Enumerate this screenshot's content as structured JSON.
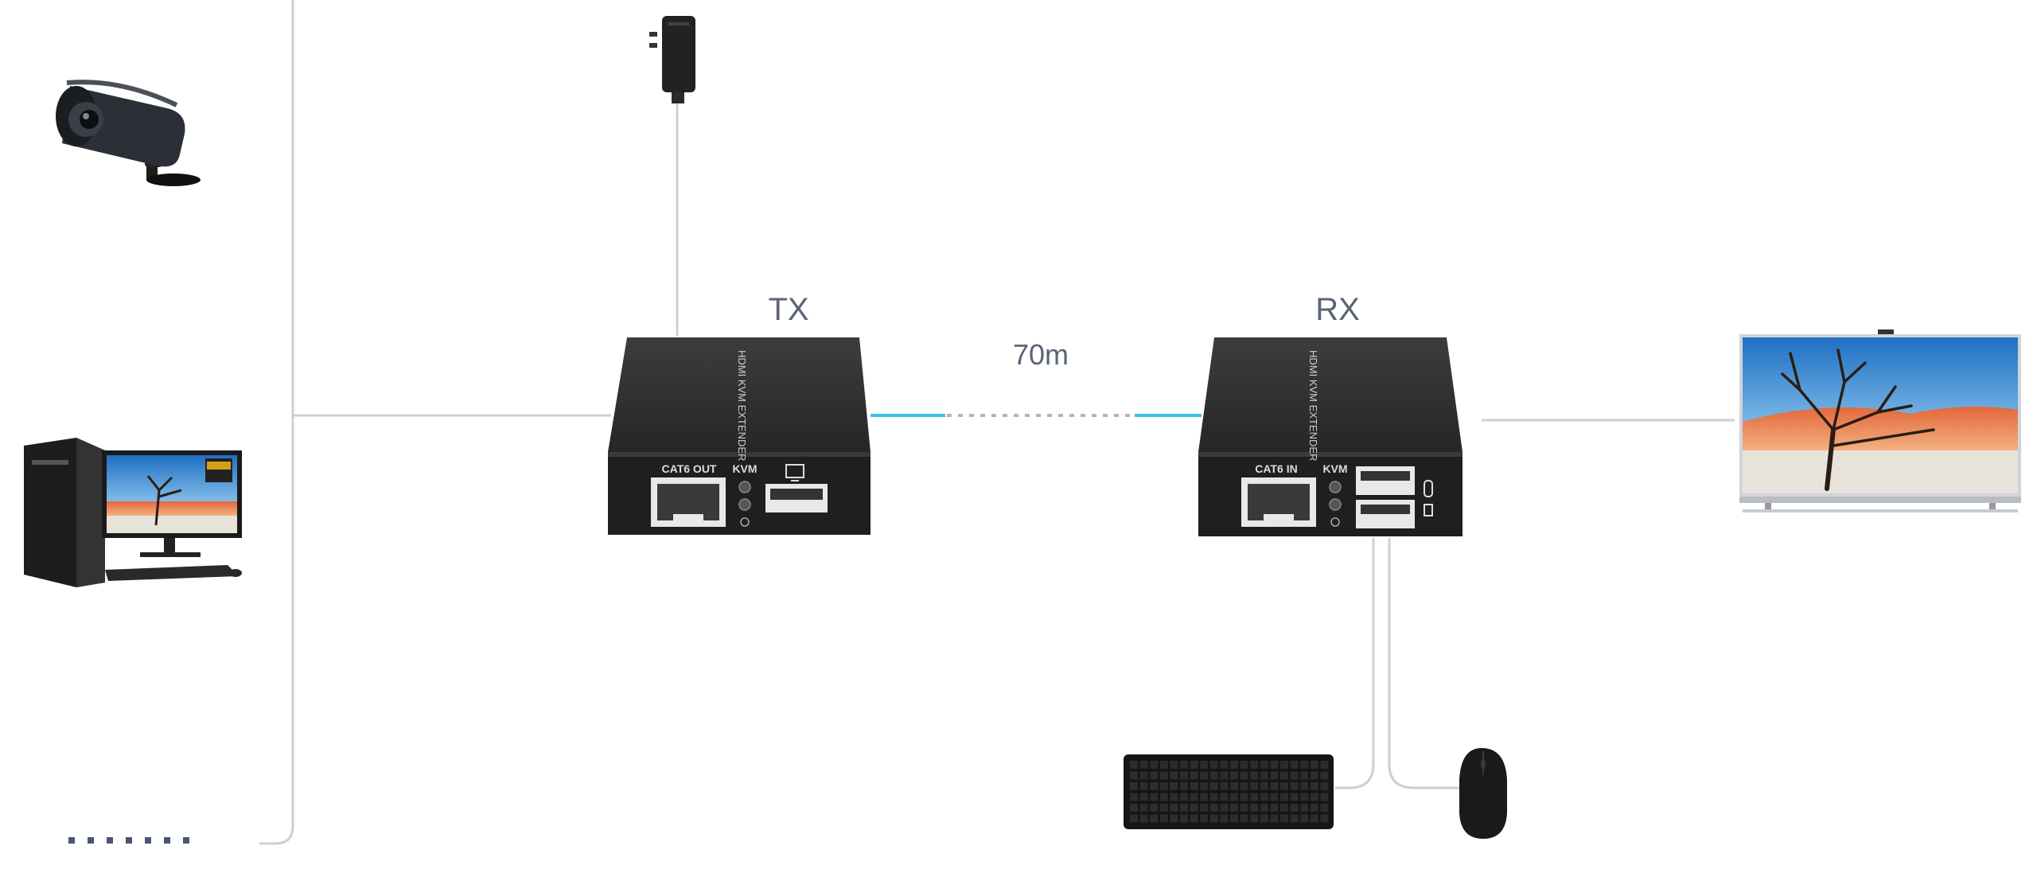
{
  "diagram": {
    "tx_label": "TX",
    "rx_label": "RX",
    "distance_label": "70m",
    "device_side_text": "HDMI KVM EXTENDER",
    "tx_port_label": "CAT6 OUT",
    "rx_port_label": "CAT6 IN",
    "kvm_label": "KVM",
    "colors": {
      "line": "#cfcfcf",
      "cable_accent": "#38c2e6",
      "device_body": "#2a2a2a",
      "device_top": "#3a3a3a",
      "label_text": "#5a6475"
    },
    "icons": [
      "cctv-camera-icon",
      "desktop-computer-icon",
      "power-adapter-icon",
      "tv-display-icon",
      "keyboard-icon",
      "mouse-icon",
      "more-sources-dots-icon"
    ]
  }
}
